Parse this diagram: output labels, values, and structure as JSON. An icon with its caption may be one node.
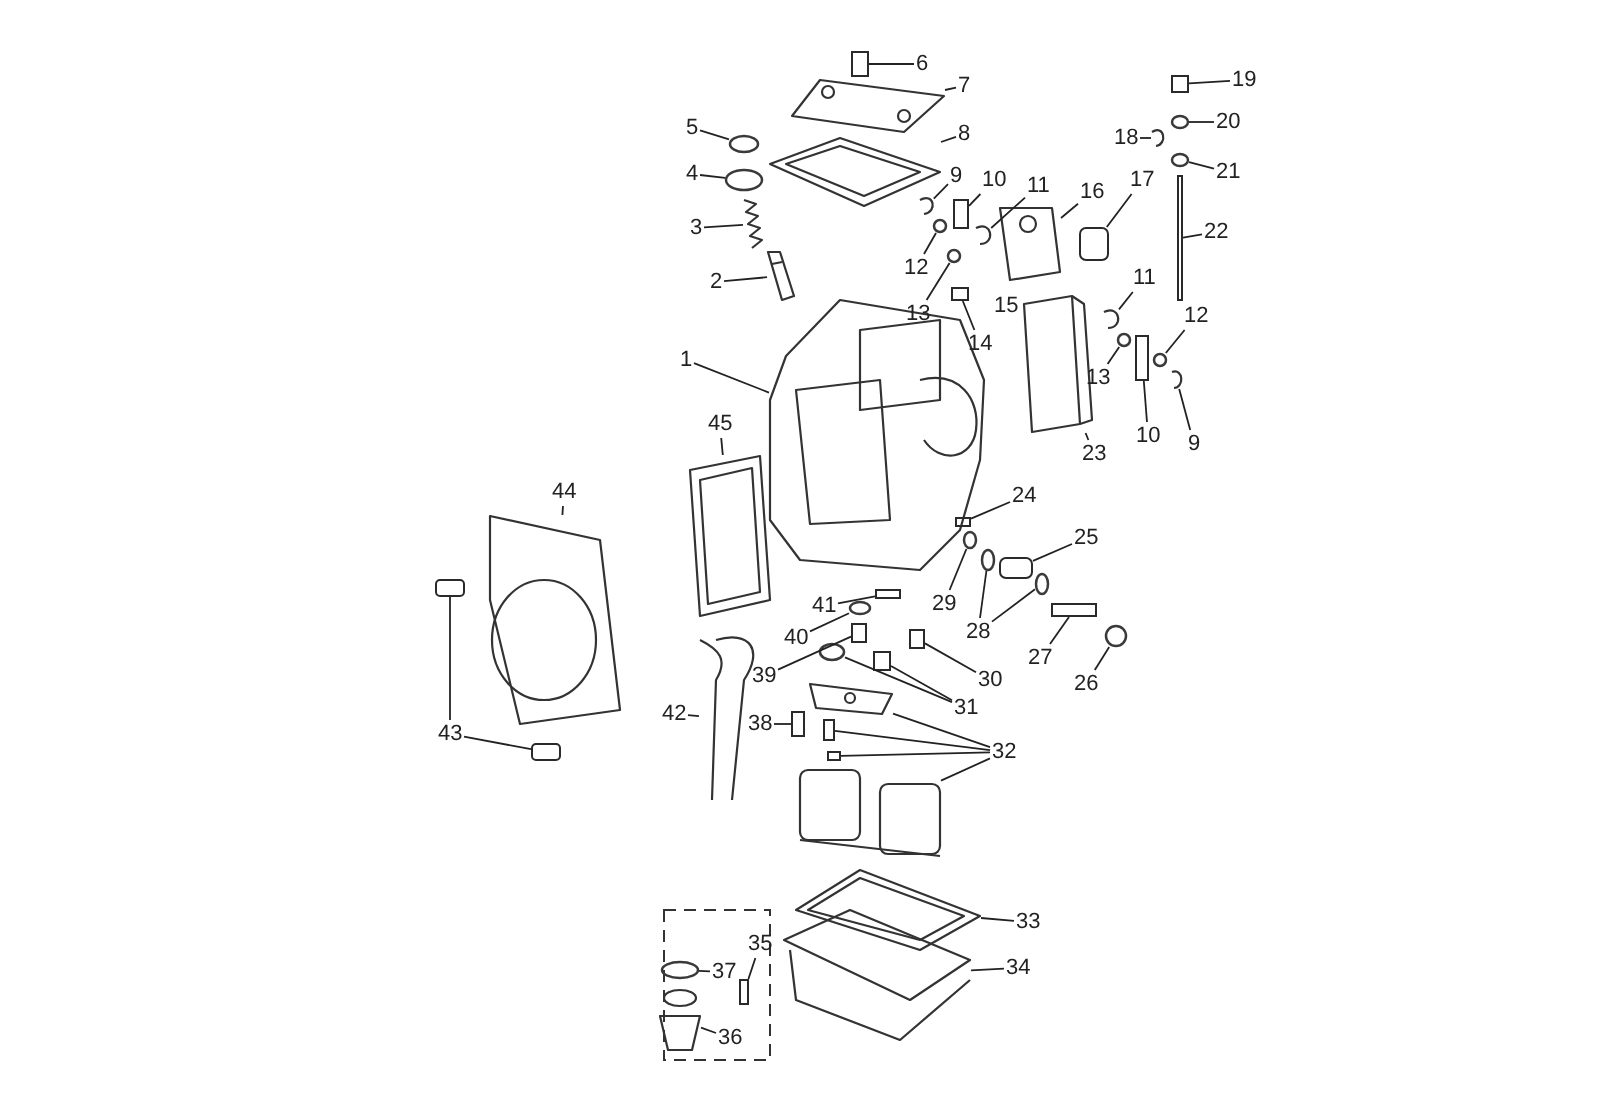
{
  "diagram": {
    "nodes": [
      {
        "text": [
          "1"
        ]
      },
      {
        "text": [
          "2"
        ]
      },
      {
        "text": [
          "3"
        ]
      },
      {
        "text": [
          "4"
        ]
      },
      {
        "text": [
          "5"
        ]
      },
      {
        "text": [
          "6"
        ]
      },
      {
        "text": [
          "7"
        ]
      },
      {
        "text": [
          "8"
        ]
      },
      {
        "text": [
          "9"
        ]
      },
      {
        "text": [
          "9"
        ]
      },
      {
        "text": [
          "10"
        ]
      },
      {
        "text": [
          "10"
        ]
      },
      {
        "text": [
          "11"
        ]
      },
      {
        "text": [
          "11"
        ]
      },
      {
        "text": [
          "12"
        ]
      },
      {
        "text": [
          "12"
        ]
      },
      {
        "text": [
          "13"
        ]
      },
      {
        "text": [
          "13"
        ]
      },
      {
        "text": [
          "14"
        ]
      },
      {
        "text": [
          "16"
        ]
      },
      {
        "text": [
          "17"
        ]
      },
      {
        "text": [
          "18"
        ]
      },
      {
        "text": [
          "19"
        ]
      },
      {
        "text": [
          "20"
        ]
      },
      {
        "text": [
          "21"
        ]
      },
      {
        "text": [
          "22"
        ]
      },
      {
        "text": [
          "23"
        ]
      },
      {
        "text": [
          "24"
        ]
      },
      {
        "text": [
          "25"
        ]
      },
      {
        "text": [
          "26"
        ]
      },
      {
        "text": [
          "27"
        ]
      },
      {
        "text": [
          "28"
        ]
      },
      {
        "text": [
          "29"
        ]
      },
      {
        "text": [
          "30"
        ]
      },
      {
        "text": [
          "31"
        ]
      },
      {
        "text": [
          "32"
        ]
      },
      {
        "text": [
          "33"
        ]
      },
      {
        "text": [
          "34"
        ]
      },
      {
        "text": [
          "35"
        ]
      },
      {
        "text": [
          "36"
        ]
      },
      {
        "text": [
          "37"
        ]
      },
      {
        "text": [
          "38"
        ]
      },
      {
        "text": [
          "39"
        ]
      },
      {
        "text": [
          "40"
        ]
      },
      {
        "text": [
          "41"
        ]
      },
      {
        "text": [
          "42"
        ]
      },
      {
        "text": [
          "43"
        ]
      },
      {
        "text": [
          "44"
        ]
      },
      {
        "text": [
          "45"
        ]
      },
      {
        "text": [],
        "shape": "picture"
      },
      {
        "text": [],
        "shape": "picture"
      },
      {
        "text": [],
        "shape": "picture"
      },
      {
        "text": [],
        "shape": "circle"
      },
      {
        "text": [],
        "shape": "circle"
      },
      {
        "text": [],
        "shape": "box"
      },
      {
        "text": [],
        "shape": "picture"
      },
      {
        "text": [],
        "shape": "picture"
      },
      {
        "text": [],
        "shape": "picture"
      },
      {
        "text": [],
        "shape": "picture"
      },
      {
        "text": [],
        "shape": "box"
      },
      {
        "text": [],
        "shape": "box"
      },
      {
        "text": [],
        "shape": "picture"
      },
      {
        "text": [],
        "shape": "picture"
      },
      {
        "text": [],
        "shape": "circle"
      },
      {
        "text": [],
        "shape": "circle"
      },
      {
        "text": [],
        "shape": "circle"
      },
      {
        "text": [],
        "shape": "circle"
      },
      {
        "text": [],
        "shape": "box"
      },
      {
        "text": [],
        "shape": "picture"
      },
      {
        "text": [],
        "shape": "box"
      },
      {
        "text": [],
        "shape": "picture"
      },
      {
        "text": [],
        "shape": "box"
      },
      {
        "text": [],
        "shape": "circle"
      },
      {
        "text": [],
        "shape": "circle"
      },
      {
        "text": [],
        "shape": "box"
      },
      {
        "text": [],
        "shape": "picture"
      },
      {
        "text": [],
        "shape": "box"
      },
      {
        "text": [],
        "shape": "box"
      },
      {
        "text": [],
        "shape": "circle"
      },
      {
        "text": [],
        "shape": "box"
      },
      {
        "text": [],
        "shape": "circle"
      },
      {
        "text": [],
        "shape": "circle"
      },
      {
        "text": [],
        "shape": "circle"
      },
      {
        "text": [],
        "shape": "box"
      },
      {
        "text": [],
        "shape": "circle"
      },
      {
        "text": [],
        "shape": "box"
      },
      {
        "text": [],
        "shape": "picture"
      },
      {
        "text": [],
        "shape": "box"
      },
      {
        "text": [],
        "shape": "box"
      },
      {
        "text": [],
        "shape": "picture"
      },
      {
        "text": [],
        "shape": "picture"
      },
      {
        "text": [],
        "shape": "picture"
      },
      {
        "text": [],
        "shape": "box"
      },
      {
        "text": [],
        "shape": "picture"
      },
      {
        "text": [],
        "shape": "circle"
      },
      {
        "text": [],
        "shape": "box"
      },
      {
        "text": [],
        "shape": "box"
      },
      {
        "text": [],
        "shape": "circle"
      },
      {
        "text": [],
        "shape": "box"
      },
      {
        "text": [],
        "shape": "picture"
      },
      {
        "text": [],
        "shape": "box"
      },
      {
        "text": [],
        "shape": "box"
      },
      {
        "text": [],
        "shape": "picture"
      },
      {
        "text": [],
        "shape": "picture"
      }
    ],
    "edges": [
      {
        "from": 0,
        "to": 49,
        "arrow": "none"
      },
      {
        "from": 1,
        "to": 50,
        "arrow": "none"
      },
      {
        "from": 2,
        "to": 51,
        "arrow": "none"
      },
      {
        "from": 3,
        "to": 52,
        "arrow": "none"
      },
      {
        "from": 4,
        "to": 53,
        "arrow": "none"
      },
      {
        "from": 5,
        "to": 54,
        "arrow": "none"
      },
      {
        "from": 6,
        "to": 55,
        "arrow": "none"
      },
      {
        "from": 7,
        "to": 56,
        "arrow": "none"
      },
      {
        "from": 8,
        "to": 57,
        "arrow": "none"
      },
      {
        "from": 9,
        "to": 58,
        "arrow": "none"
      },
      {
        "from": 10,
        "to": 59,
        "arrow": "none"
      },
      {
        "from": 11,
        "to": 60,
        "arrow": "none"
      },
      {
        "from": 12,
        "to": 61,
        "arrow": "none"
      },
      {
        "from": 13,
        "to": 62,
        "arrow": "none"
      },
      {
        "from": 14,
        "to": 63,
        "arrow": "none"
      },
      {
        "from": 15,
        "to": 64,
        "arrow": "none"
      },
      {
        "from": 16,
        "to": 65,
        "arrow": "none"
      },
      {
        "from": 17,
        "to": 66,
        "arrow": "none"
      },
      {
        "from": 18,
        "to": 67,
        "arrow": "none"
      },
      {
        "from": 19,
        "to": 68,
        "arrow": "none"
      },
      {
        "from": 20,
        "to": 69,
        "arrow": "none"
      },
      {
        "from": 21,
        "to": 70,
        "arrow": "none"
      },
      {
        "from": 22,
        "to": 71,
        "arrow": "none"
      },
      {
        "from": 23,
        "to": 72,
        "arrow": "none"
      },
      {
        "from": 24,
        "to": 73,
        "arrow": "none"
      },
      {
        "from": 25,
        "to": 74,
        "arrow": "none"
      },
      {
        "from": 26,
        "to": 75,
        "arrow": "none"
      },
      {
        "from": 27,
        "to": 76,
        "arrow": "none"
      },
      {
        "from": 28,
        "to": 77,
        "arrow": "none"
      },
      {
        "from": 29,
        "to": 78,
        "arrow": "none"
      },
      {
        "from": 30,
        "to": 79,
        "arrow": "none"
      },
      {
        "from": 31,
        "to": 80,
        "arrow": "none"
      },
      {
        "from": 31,
        "to": 81,
        "arrow": "none"
      },
      {
        "from": 32,
        "to": 82,
        "arrow": "none"
      },
      {
        "from": 33,
        "to": 83,
        "arrow": "none"
      },
      {
        "from": 34,
        "to": 84,
        "arrow": "none"
      },
      {
        "from": 34,
        "to": 85,
        "arrow": "none"
      },
      {
        "from": 35,
        "to": 86,
        "arrow": "none"
      },
      {
        "from": 35,
        "to": 87,
        "arrow": "none"
      },
      {
        "from": 35,
        "to": 88,
        "arrow": "none"
      },
      {
        "from": 35,
        "to": 89,
        "arrow": "none"
      },
      {
        "from": 36,
        "to": 90,
        "arrow": "none"
      },
      {
        "from": 37,
        "to": 91,
        "arrow": "none"
      },
      {
        "from": 38,
        "to": 92,
        "arrow": "none"
      },
      {
        "from": 39,
        "to": 93,
        "arrow": "none"
      },
      {
        "from": 40,
        "to": 94,
        "arrow": "none"
      },
      {
        "from": 41,
        "to": 95,
        "arrow": "none"
      },
      {
        "from": 42,
        "to": 96,
        "arrow": "none"
      },
      {
        "from": 43,
        "to": 97,
        "arrow": "none"
      },
      {
        "from": 44,
        "to": 98,
        "arrow": "none"
      },
      {
        "from": 45,
        "to": 99,
        "arrow": "none"
      },
      {
        "from": 46,
        "to": 100,
        "arrow": "none"
      },
      {
        "from": 46,
        "to": 101,
        "arrow": "none"
      },
      {
        "from": 47,
        "to": 102,
        "arrow": "none"
      },
      {
        "from": 48,
        "to": 103,
        "arrow": "none"
      }
    ],
    "labels": [
      "15"
    ]
  }
}
